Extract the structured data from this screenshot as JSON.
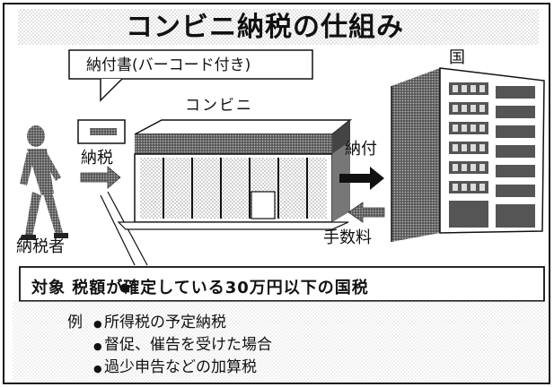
{
  "title": "コンビニ納税の仕組み",
  "callout_label": "納付書(バーコード付き)",
  "store_label": "コンビニ",
  "country_label": "国",
  "tax_label": "納税",
  "payment_label": "納付",
  "fee_label": "手数料",
  "payer_label": "納税者",
  "scope": {
    "header": "対象 税額が確定している30万円以下の国税",
    "bullet": "●",
    "example_label": "例",
    "examples": [
      "所得税の予定納税",
      "督促、催告を受けた場合",
      "過少申告などの加算税"
    ]
  },
  "colors": {
    "ink": "#111111",
    "paper": "#ffffff",
    "screen_tone": "#cccccc"
  }
}
